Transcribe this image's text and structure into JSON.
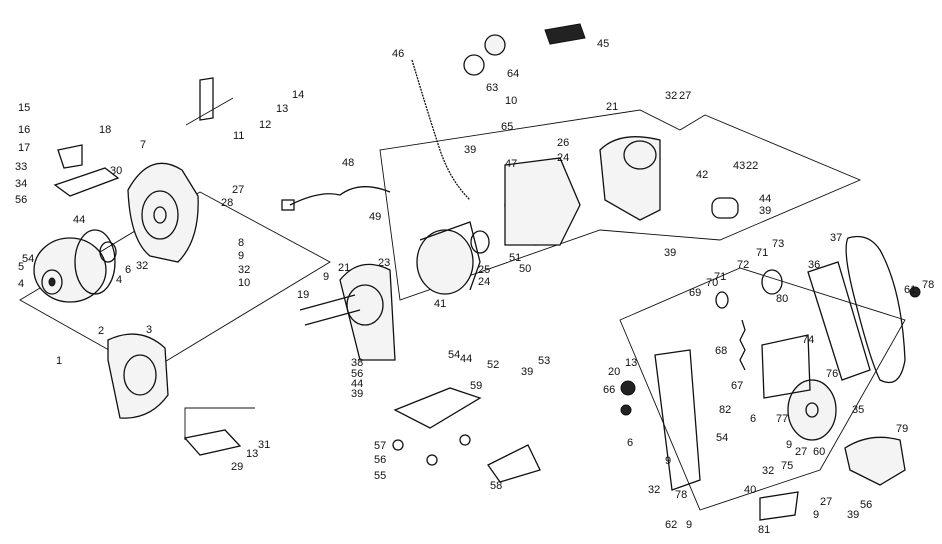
{
  "diagram": {
    "type": "exploded-parts-view",
    "callouts": [
      {
        "id": "c1",
        "text": "1"
      },
      {
        "id": "c2",
        "text": "2"
      },
      {
        "id": "c3",
        "text": "3"
      },
      {
        "id": "c4a",
        "text": "4"
      },
      {
        "id": "c4b",
        "text": "4"
      },
      {
        "id": "c5",
        "text": "5"
      },
      {
        "id": "c6a",
        "text": "6"
      },
      {
        "id": "c6b",
        "text": "6"
      },
      {
        "id": "c6c",
        "text": "6"
      },
      {
        "id": "c7",
        "text": "7"
      },
      {
        "id": "c8",
        "text": "8"
      },
      {
        "id": "c9a",
        "text": "9"
      },
      {
        "id": "c9b",
        "text": "9"
      },
      {
        "id": "c9c",
        "text": "9"
      },
      {
        "id": "c9d",
        "text": "9"
      },
      {
        "id": "c9e",
        "text": "9"
      },
      {
        "id": "c9f",
        "text": "9"
      },
      {
        "id": "c10a",
        "text": "10"
      },
      {
        "id": "c10b",
        "text": "10"
      },
      {
        "id": "c11",
        "text": "11"
      },
      {
        "id": "c12",
        "text": "12"
      },
      {
        "id": "c13a",
        "text": "13"
      },
      {
        "id": "c13b",
        "text": "13"
      },
      {
        "id": "c13c",
        "text": "13"
      },
      {
        "id": "c14",
        "text": "14"
      },
      {
        "id": "c15",
        "text": "15"
      },
      {
        "id": "c16",
        "text": "16"
      },
      {
        "id": "c17",
        "text": "17"
      },
      {
        "id": "c18",
        "text": "18"
      },
      {
        "id": "c19",
        "text": "19"
      },
      {
        "id": "c20",
        "text": "20"
      },
      {
        "id": "c21a",
        "text": "21"
      },
      {
        "id": "c21b",
        "text": "21"
      },
      {
        "id": "c22",
        "text": "22"
      },
      {
        "id": "c23",
        "text": "23"
      },
      {
        "id": "c24a",
        "text": "24"
      },
      {
        "id": "c24b",
        "text": "24"
      },
      {
        "id": "c25",
        "text": "25"
      },
      {
        "id": "c26",
        "text": "26"
      },
      {
        "id": "c27a",
        "text": "27"
      },
      {
        "id": "c27b",
        "text": "27"
      },
      {
        "id": "c27c",
        "text": "27"
      },
      {
        "id": "c27d",
        "text": "27"
      },
      {
        "id": "c28",
        "text": "28"
      },
      {
        "id": "c29",
        "text": "29"
      },
      {
        "id": "c30",
        "text": "30"
      },
      {
        "id": "c31",
        "text": "31"
      },
      {
        "id": "c32a",
        "text": "32"
      },
      {
        "id": "c32b",
        "text": "32"
      },
      {
        "id": "c32c",
        "text": "32"
      },
      {
        "id": "c32d",
        "text": "32"
      },
      {
        "id": "c32e",
        "text": "32"
      },
      {
        "id": "c33",
        "text": "33"
      },
      {
        "id": "c34",
        "text": "34"
      },
      {
        "id": "c35",
        "text": "35"
      },
      {
        "id": "c36",
        "text": "36"
      },
      {
        "id": "c37",
        "text": "37"
      },
      {
        "id": "c38",
        "text": "38"
      },
      {
        "id": "c39a",
        "text": "39"
      },
      {
        "id": "c39b",
        "text": "39"
      },
      {
        "id": "c39c",
        "text": "39"
      },
      {
        "id": "c39d",
        "text": "39"
      },
      {
        "id": "c39e",
        "text": "39"
      },
      {
        "id": "c39f",
        "text": "39"
      },
      {
        "id": "c40",
        "text": "40"
      },
      {
        "id": "c41",
        "text": "41"
      },
      {
        "id": "c42",
        "text": "42"
      },
      {
        "id": "c43",
        "text": "43"
      },
      {
        "id": "c44a",
        "text": "44"
      },
      {
        "id": "c44b",
        "text": "44"
      },
      {
        "id": "c44c",
        "text": "44"
      },
      {
        "id": "c44d",
        "text": "44"
      },
      {
        "id": "c45",
        "text": "45"
      },
      {
        "id": "c46",
        "text": "46"
      },
      {
        "id": "c47",
        "text": "47"
      },
      {
        "id": "c48",
        "text": "48"
      },
      {
        "id": "c49",
        "text": "49"
      },
      {
        "id": "c50",
        "text": "50"
      },
      {
        "id": "c51",
        "text": "51"
      },
      {
        "id": "c52",
        "text": "52"
      },
      {
        "id": "c53",
        "text": "53"
      },
      {
        "id": "c54a",
        "text": "54"
      },
      {
        "id": "c54b",
        "text": "54"
      },
      {
        "id": "c54c",
        "text": "54"
      },
      {
        "id": "c55",
        "text": "55"
      },
      {
        "id": "c56a",
        "text": "56"
      },
      {
        "id": "c56b",
        "text": "56"
      },
      {
        "id": "c56c",
        "text": "56"
      },
      {
        "id": "c56d",
        "text": "56"
      },
      {
        "id": "c57",
        "text": "57"
      },
      {
        "id": "c58",
        "text": "58"
      },
      {
        "id": "c59",
        "text": "59"
      },
      {
        "id": "c60",
        "text": "60"
      },
      {
        "id": "c61",
        "text": "61"
      },
      {
        "id": "c62",
        "text": "62"
      },
      {
        "id": "c63",
        "text": "63"
      },
      {
        "id": "c64",
        "text": "64"
      },
      {
        "id": "c65",
        "text": "65"
      },
      {
        "id": "c66",
        "text": "66"
      },
      {
        "id": "c67",
        "text": "67"
      },
      {
        "id": "c68",
        "text": "68"
      },
      {
        "id": "c69",
        "text": "69"
      },
      {
        "id": "c70",
        "text": "70"
      },
      {
        "id": "c71a",
        "text": "71"
      },
      {
        "id": "c71b",
        "text": "71"
      },
      {
        "id": "c72",
        "text": "72"
      },
      {
        "id": "c73",
        "text": "73"
      },
      {
        "id": "c74",
        "text": "74"
      },
      {
        "id": "c75",
        "text": "75"
      },
      {
        "id": "c76",
        "text": "76"
      },
      {
        "id": "c77",
        "text": "77"
      },
      {
        "id": "c78a",
        "text": "78"
      },
      {
        "id": "c78b",
        "text": "78"
      },
      {
        "id": "c79",
        "text": "79"
      },
      {
        "id": "c80",
        "text": "80"
      },
      {
        "id": "c81",
        "text": "81"
      },
      {
        "id": "c82",
        "text": "82"
      }
    ]
  }
}
